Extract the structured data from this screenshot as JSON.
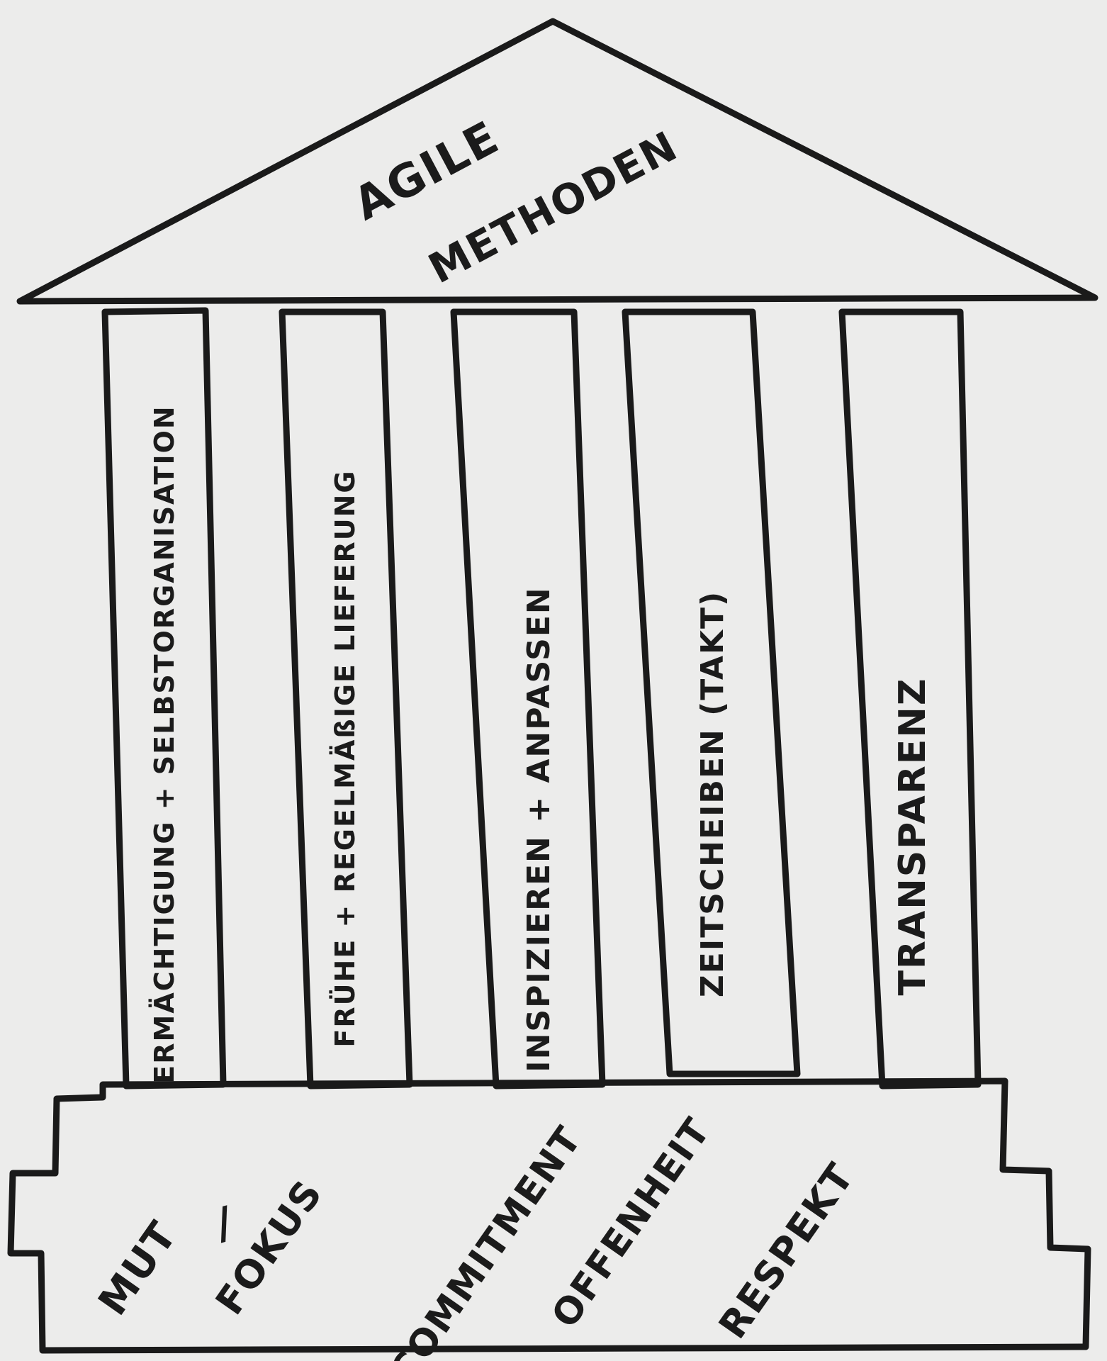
{
  "diagram": {
    "roof": {
      "line1": "AGILE",
      "line2": "METHODEN"
    },
    "pillars": [
      {
        "label": "ERMÄCHTIGUNG + SELBSTORGANISATION"
      },
      {
        "label": "FRÜHE + REGELMÄßIGE LIEFERUNG"
      },
      {
        "label": "INSPIZIEREN + ANPASSEN"
      },
      {
        "label": "ZEITSCHEIBEN (TAKT)"
      },
      {
        "label": "TRANSPARENZ"
      }
    ],
    "base_values": [
      {
        "label": "MUT"
      },
      {
        "label": "/"
      },
      {
        "label": "FOKUS"
      },
      {
        "label": "COMMITMENT"
      },
      {
        "label": "OFFENHEIT"
      },
      {
        "label": "RESPEKT"
      }
    ]
  },
  "colors": {
    "paper": "#ececeb",
    "roof_fill": "#f1ebb4",
    "pillar_fill": "#f1c4a4",
    "base_fill": "#f0b997",
    "ink": "#1a1a1a"
  }
}
